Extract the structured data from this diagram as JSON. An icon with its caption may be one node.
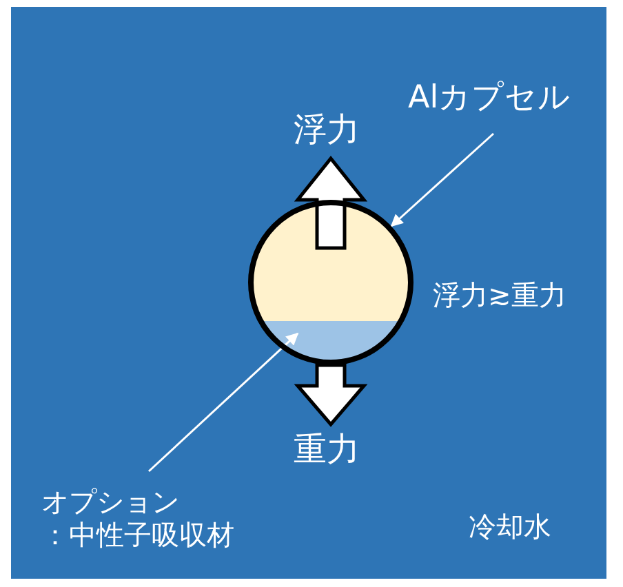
{
  "diagram": {
    "nodes": [
      {
        "text": [
          "Alカプセル"
        ]
      },
      {
        "text": [],
        "shape": "circle"
      },
      {
        "text": [],
        "shape": "box",
        "in": 1
      },
      {
        "text": [
          "オプション：中性子吸収材"
        ]
      }
    ],
    "edges": [
      {
        "from": 0,
        "to": 1,
        "arrow": "to"
      },
      {
        "from": 3,
        "to": 2,
        "arrow": "to"
      }
    ],
    "labels": [
      "浮力",
      "浮力≳重力",
      "重力",
      "冷却水"
    ]
  }
}
